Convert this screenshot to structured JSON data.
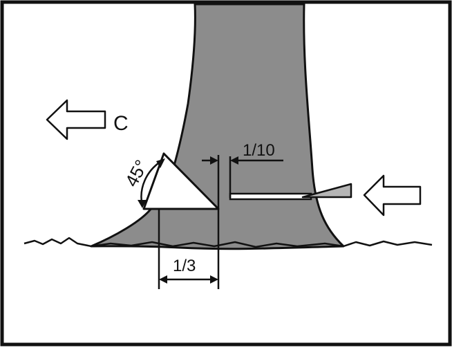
{
  "diagram": {
    "labels": {
      "fall_direction": "C",
      "angle": "45°",
      "hinge_width": "1/10",
      "notch_depth": "1/3"
    },
    "colors": {
      "trunk": "#8c8c8c",
      "outline": "#111111",
      "background": "#ffffff",
      "wedge": "#b5b5b5"
    },
    "icons": [
      "left-arrow-icon",
      "felling-wedge-icon"
    ]
  }
}
